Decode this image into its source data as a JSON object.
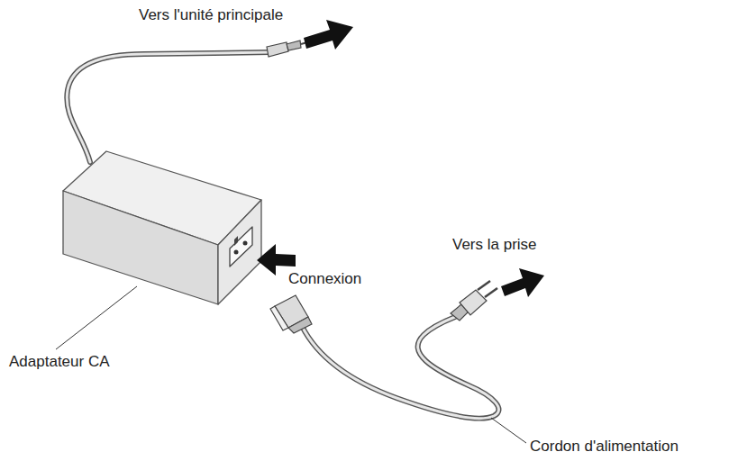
{
  "diagram": {
    "labels": [
      "Vers l'unité principale",
      "Connexion",
      "Vers la prise",
      "Adaptateur CA",
      "Cordon d'alimentation"
    ]
  }
}
